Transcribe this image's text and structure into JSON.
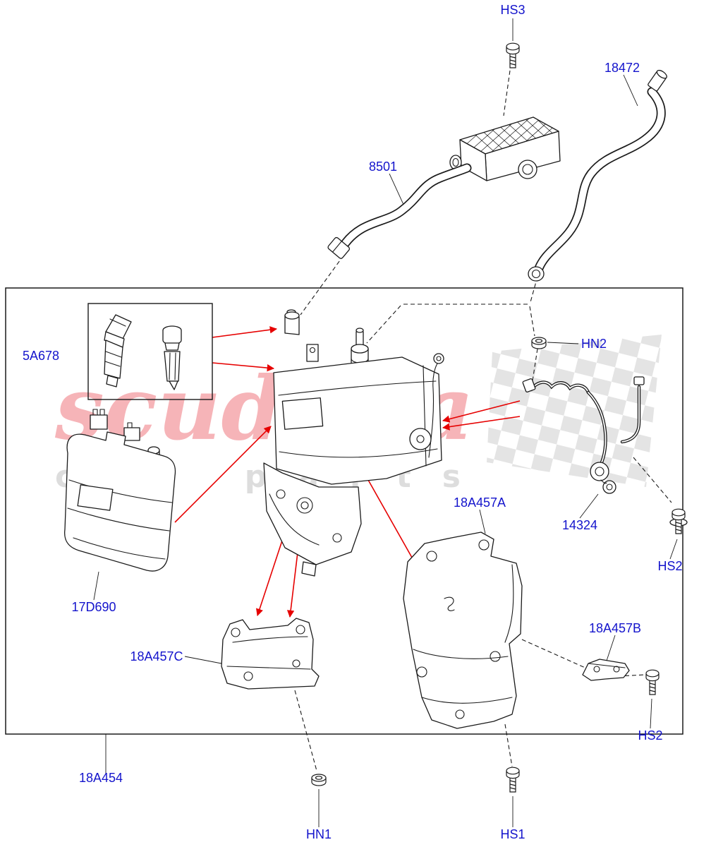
{
  "watermark": {
    "brand": "scuderia",
    "tagline": "car parts"
  },
  "parts": {
    "hs3": "HS3",
    "hose_18472": "18472",
    "hose_8501": "8501",
    "kit_5a678": "5A678",
    "nut_hn2": "HN2",
    "bracket_18a457a": "18A457A",
    "harness_14324": "14324",
    "screw_hs2_upper": "HS2",
    "canister_17d690": "17D690",
    "bracket_18a457c": "18A457C",
    "bracket_18a457b": "18A457B",
    "screw_hs2_lower": "HS2",
    "assembly_18a454": "18A454",
    "nut_hn1": "HN1",
    "screw_hs1": "HS1"
  },
  "colors": {
    "label_text": "#1414cc",
    "callout_line": "#e60000",
    "line_art": "#1a1a1a",
    "watermark_brand": "#ef6b74",
    "watermark_tagline": "#dcdcdc"
  }
}
